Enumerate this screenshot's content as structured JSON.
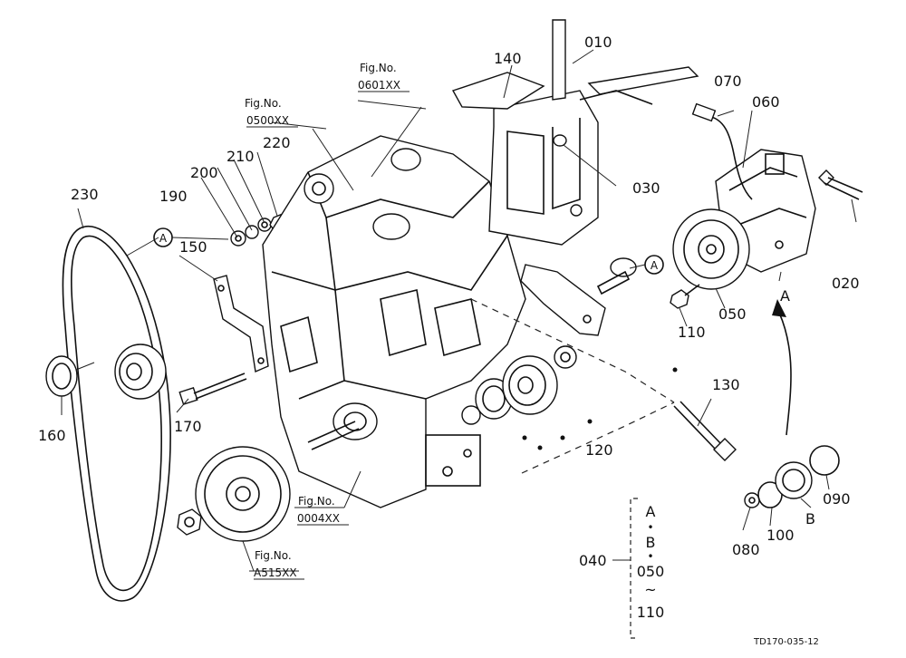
{
  "part_numbers": {
    "p010": "010",
    "p020": "020",
    "p030": "030",
    "p040": "040",
    "p050": "050",
    "p060": "060",
    "p070": "070",
    "p080": "080",
    "p090": "090",
    "p100": "100",
    "p110": "110",
    "p120": "120",
    "p130": "130",
    "p140": "140",
    "p150": "150",
    "p160": "160",
    "p170": "170",
    "p190": "190",
    "p200": "200",
    "p210": "210",
    "p220": "220",
    "p230": "230"
  },
  "figure_refs": {
    "fig_label": "Fig.No.",
    "r0601": "0601XX",
    "r0500": "0500XX",
    "r0004": "0004XX",
    "rA515": "A515XX"
  },
  "markers": {
    "a_label": "A",
    "b_label": "B",
    "callout_a": "A"
  },
  "kit_040": {
    "line1": "A",
    "line2": "B",
    "line3": "050",
    "line4": "~",
    "line5": "110",
    "dot": "•"
  },
  "drawing_code": "TD170-035-12"
}
